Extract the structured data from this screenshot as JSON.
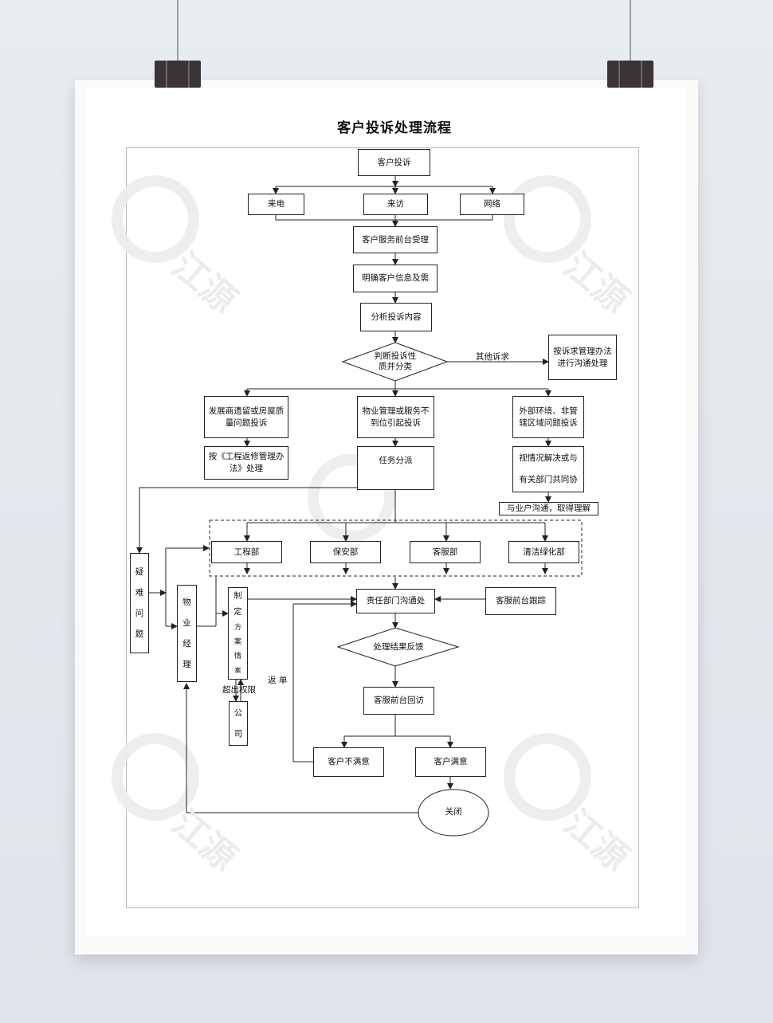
{
  "title": "客户投诉处理流程",
  "nodes": {
    "complaint": "客户投诉",
    "phone": "来电",
    "visit": "来访",
    "web": "网络",
    "front_desk": "客户服务前台受理",
    "clarify": "明确客户信息及需",
    "analyze": "分析投诉内容",
    "judge_l1": "判断投诉性",
    "judge_l2": "质并分类",
    "other_label": "其他诉求",
    "other_box": "按诉求管理办法进行沟通处理",
    "dev_complaint": "发展商遗留或房屋质量问题投诉",
    "property_complaint": "物业管理或服务不到位引起投诉",
    "external_complaint": "外部环境、非管辖区域问题投诉",
    "engineering_rule": "按《工程返修管理办法》处理",
    "task_dispatch": "任务分派",
    "case_l1": "视情况解决或与",
    "case_l2": "有关部门共同协",
    "communicate_owner": "与业户沟通，取得理解",
    "dept_eng": "工程部",
    "dept_security": "保安部",
    "dept_cs": "客服部",
    "dept_clean": "清洁绿化部",
    "difficult": [
      "疑",
      "难",
      "问",
      "题"
    ],
    "manager": [
      "物",
      "业",
      "经",
      "理"
    ],
    "plan": [
      "制",
      "定",
      "方",
      "案",
      "情",
      "案"
    ],
    "company": [
      "公",
      "司"
    ],
    "exceed_label": "超出权限",
    "return_label": "返 单",
    "dept_communicate": "责任部门沟通处",
    "cs_follow": "客服前台跟踪",
    "feedback": "处理结果反馈",
    "revisit": "客服前台回访",
    "unsatisfied": "客户不满意",
    "satisfied": "客户满意",
    "close": "关闭"
  }
}
